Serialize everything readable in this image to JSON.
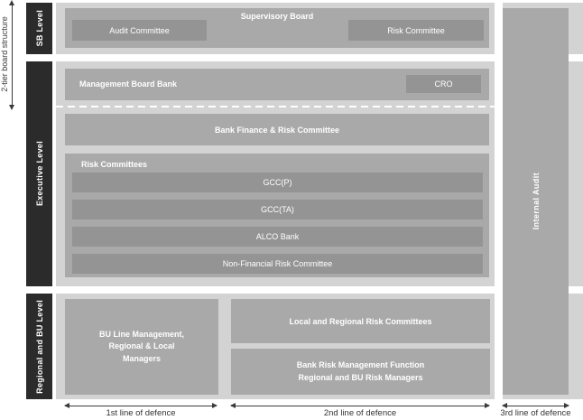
{
  "palette": {
    "level_bar": "#2b2b2b",
    "row_background": "#d3d3d3",
    "box_medium": "#a9a9a9",
    "box_dark": "#949494",
    "text_light": "#ffffff",
    "text_dark": "#333333"
  },
  "scale": {
    "label": "2-tier board structure"
  },
  "levels": {
    "sb": "SB Level",
    "executive": "Executive Level",
    "regional": "Regional and BU Level"
  },
  "sb_row": {
    "supervisory_board": "Supervisory Board",
    "audit_committee": "Audit Committee",
    "risk_committee": "Risk Committee"
  },
  "executive_row": {
    "management_board": "Management Board Bank",
    "cro": "CRO",
    "bank_finance_risk_committee": "Bank Finance & Risk Committee",
    "risk_committees_title": "Risk Committees",
    "risk_committees": [
      "GCC(P)",
      "GCC(TA)",
      "ALCO Bank",
      "Non-Financial Risk Committee"
    ]
  },
  "regional_row": {
    "bu_line_management": "BU Line Management,\nRegional & Local\nManagers",
    "local_regional_risk_committees": "Local and Regional Risk Committees",
    "bank_risk_management": "Bank Risk Management Function\nRegional and BU Risk Managers"
  },
  "internal_audit": "Internal Audit",
  "defence_lines": [
    "1st line of defence",
    "2nd line of defence",
    "3rd line of defence"
  ]
}
